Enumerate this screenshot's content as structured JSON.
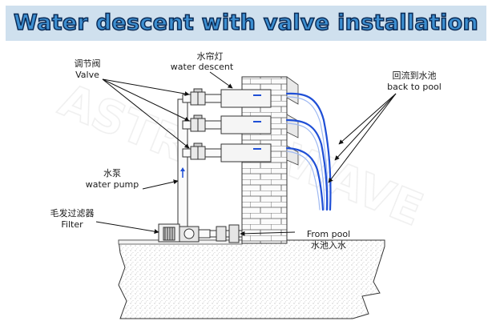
{
  "title": "Water descent with valve installation",
  "labels": {
    "valve_cn": "调节阀",
    "valve_en": "Valve",
    "water_descent_cn": "水帘灯",
    "water_descent_en": "water descent",
    "back_to_pool_cn": "回流到水池",
    "back_to_pool_en": "back to pool",
    "water_pump_cn": "水泵",
    "water_pump_en": "water pump",
    "filter_cn": "毛发过滤器",
    "filter_en": "Filter",
    "from_pool_en": "From pool",
    "from_pool_cn": "水池入水"
  },
  "watermark": "ASTRAWAVE",
  "colors": {
    "banner_bg": "#cfe0ee",
    "title_fill": "#3d8fd1",
    "title_outline": "#0a2a55",
    "water_blue": "#1f4fd6",
    "line": "#222222"
  }
}
